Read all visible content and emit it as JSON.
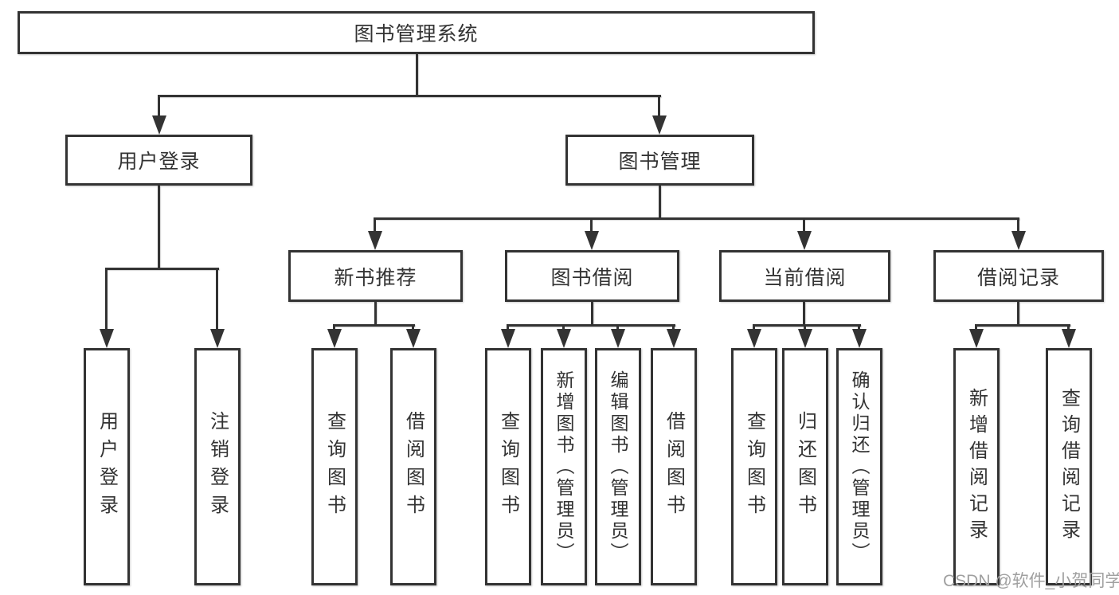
{
  "diagram": {
    "root": {
      "label": "图书管理系统"
    },
    "branches": [
      {
        "label": "用户登录",
        "children": [
          {
            "label": "用户登录"
          },
          {
            "label": "注销登录"
          }
        ]
      },
      {
        "label": "图书管理",
        "children": [
          {
            "label": "新书推荐",
            "children": [
              {
                "label": "查询图书"
              },
              {
                "label": "借阅图书"
              }
            ]
          },
          {
            "label": "图书借阅",
            "children": [
              {
                "label": "查询图书"
              },
              {
                "label": "新增图书（管理员）"
              },
              {
                "label": "编辑图书（管理员）"
              },
              {
                "label": "借阅图书"
              }
            ]
          },
          {
            "label": "当前借阅",
            "children": [
              {
                "label": "查询图书"
              },
              {
                "label": "归还图书"
              },
              {
                "label": "确认归还（管理员）"
              }
            ]
          },
          {
            "label": "借阅记录",
            "children": [
              {
                "label": "新增借阅记录"
              },
              {
                "label": "查询借阅记录"
              }
            ]
          }
        ]
      }
    ]
  },
  "watermark": {
    "text": "CSDN @软件_小贺同学"
  },
  "colors": {
    "line": "#333333",
    "text": "#333333",
    "watermark": "#a0a0a0",
    "background": "#ffffff"
  }
}
